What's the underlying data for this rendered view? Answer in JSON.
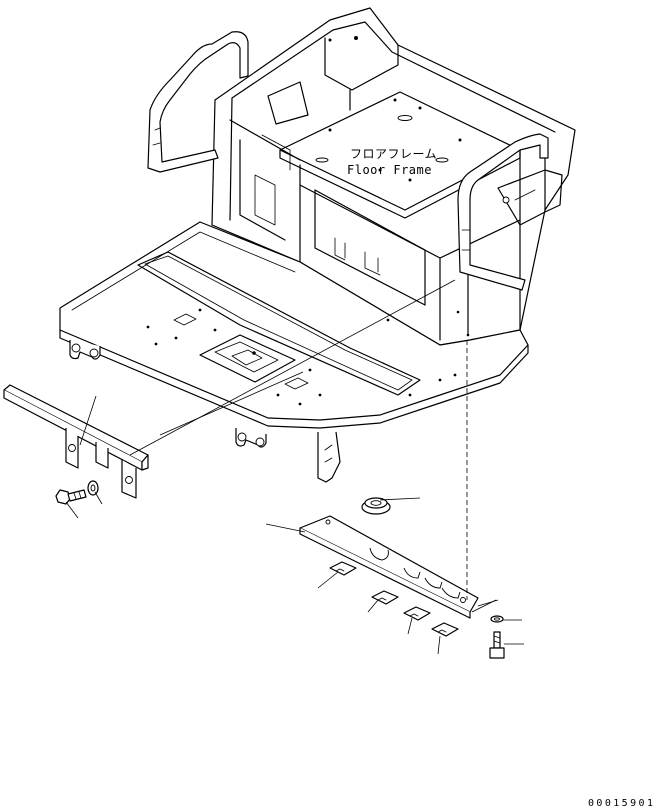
{
  "title_jp": "フロアフレーム",
  "title_en": "Floor Frame",
  "drawing_code": "00015901",
  "components": [
    "handrail-left",
    "handrail-right",
    "floor-frame",
    "floor-plate",
    "side-cover-bracket",
    "bolt-left",
    "washer-left",
    "grommet",
    "shim-plate",
    "shim-1",
    "shim-2",
    "shim-3",
    "shim-4",
    "washer-right",
    "bolt-right"
  ]
}
